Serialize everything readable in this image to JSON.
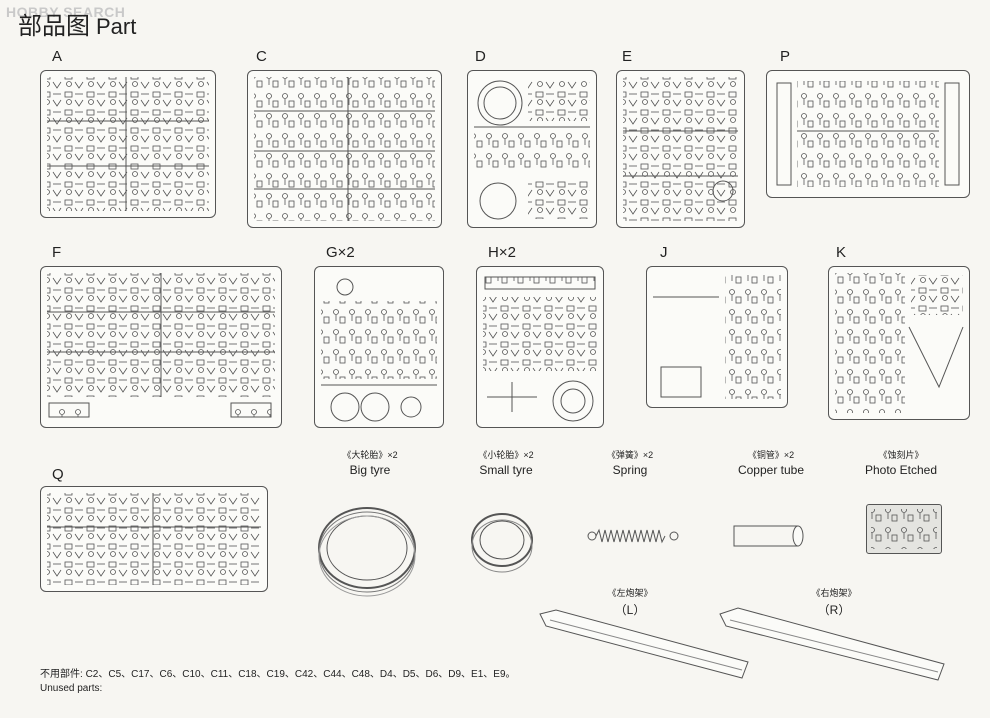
{
  "watermark": "HOBBY SEARCH",
  "title": {
    "cn": "部品图",
    "en": "Part"
  },
  "sprues": {
    "A": "A",
    "C": "C",
    "D": "D",
    "E": "E",
    "P": "P",
    "F": "F",
    "G": "G×2",
    "H": "H×2",
    "J": "J",
    "K": "K",
    "Q": "Q"
  },
  "extras": {
    "big_tyre": {
      "cn": "《大轮胎》×2",
      "en": "Big tyre"
    },
    "small_tyre": {
      "cn": "《小轮胎》×2",
      "en": "Small tyre"
    },
    "spring": {
      "cn": "《弹簧》×2",
      "en": "Spring"
    },
    "copper_tube": {
      "cn": "《铜管》×2",
      "en": "Copper tube"
    },
    "photo_etched": {
      "cn": "《蚀刻片》",
      "en": "Photo Etched"
    },
    "left_carriage": {
      "cn": "《左炮架》",
      "en": "（L）"
    },
    "right_carriage": {
      "cn": "《右炮架》",
      "en": "（R）"
    }
  },
  "unused": {
    "cn": "不用部件:",
    "en": "Unused parts:",
    "list": "C2、C5、C17、C6、C10、C11、C18、C19、C42、C44、C48、D4、D5、D6、D9、E1、E9。"
  },
  "colors": {
    "line": "#555555",
    "paper": "#f7f6f2"
  }
}
